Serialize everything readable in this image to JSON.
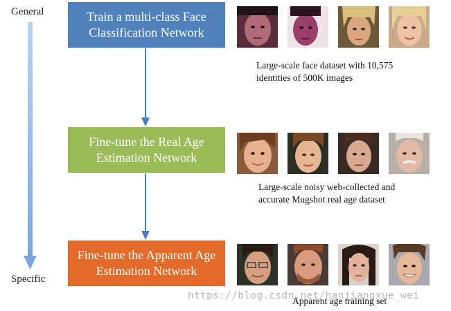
{
  "axis": {
    "top_label": "General",
    "bottom_label": "Specific"
  },
  "stages": [
    {
      "line1": "Train a multi-class Face",
      "line2": "Classification Network",
      "color": "#4f81bd",
      "caption_line1": "Large-scale face dataset with 10,575",
      "caption_line2": "identities of 500K images"
    },
    {
      "line1": "Fine-tune the Real Age",
      "line2": "Estimation Network",
      "color": "#9bbb59",
      "caption_line1": "Large-scale noisy web-collected and",
      "caption_line2": "accurate Mugshot real age dataset"
    },
    {
      "line1": "Fine-tune the Apparent Age",
      "line2": "Estimation Network",
      "color": "#e46c2a",
      "caption_line1": "Apparent age training set",
      "caption_line2": ""
    }
  ],
  "colors": {
    "flow_arrow": "#4a7cc0",
    "spectrum_arrow": "#8fb4e3"
  },
  "watermark": "https://blog.csdn.net/hanjiangxue_wei"
}
